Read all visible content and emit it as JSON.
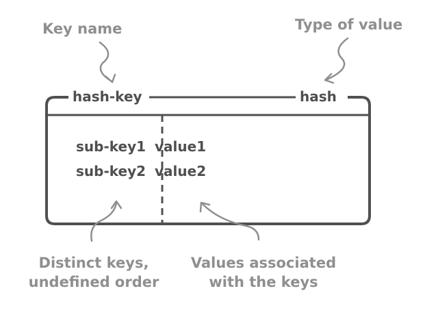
{
  "annotations": {
    "key_name": "Key name",
    "type_of_value": "Type of value",
    "distinct_keys": [
      "Distinct keys,",
      "undefined order"
    ],
    "values_associated": [
      "Values associated",
      "with the keys"
    ]
  },
  "header": {
    "key": "hash-key",
    "type": "hash"
  },
  "entries": [
    {
      "subkey": "sub-key1",
      "value": "value1"
    },
    {
      "subkey": "sub-key2",
      "value": "value2"
    }
  ],
  "colors": {
    "box_stroke": "#505050",
    "annotation": "#8f8f8f",
    "text": "#4f4f4f"
  }
}
